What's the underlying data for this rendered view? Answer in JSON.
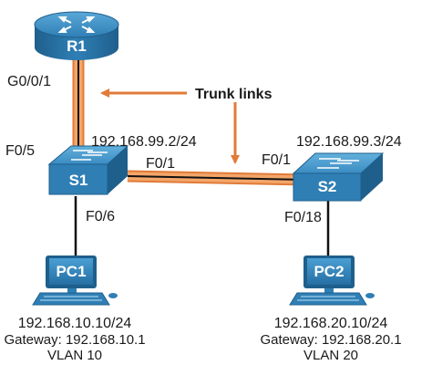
{
  "diagram": {
    "annotation": "Trunk links",
    "colors": {
      "trunk": "#f4a66a",
      "trunk_edge": "#e07b39",
      "cable": "#111111",
      "device_blue": "#2f7fb5",
      "arrow": "#e07b39"
    },
    "devices": {
      "router": {
        "name": "R1",
        "icon": "router-icon"
      },
      "switch1": {
        "name": "S1",
        "icon": "switch-icon"
      },
      "switch2": {
        "name": "S2",
        "icon": "switch-icon"
      },
      "pc1": {
        "name": "PC1",
        "icon": "pc-icon",
        "ip": "192.168.10.10/24",
        "gateway": "Gateway: 192.168.10.1",
        "vlan": "VLAN 10"
      },
      "pc2": {
        "name": "PC2",
        "icon": "pc-icon",
        "ip": "192.168.20.10/24",
        "gateway": "Gateway: 192.168.20.1",
        "vlan": "VLAN 20"
      }
    },
    "interfaces": {
      "r1_g0": "G0/0/1",
      "s1_f05": "F0/5",
      "s1_f01": "F0/1",
      "s1_f06": "F0/6",
      "s2_f01": "F0/1",
      "s2_f018": "F0/18"
    },
    "addresses": {
      "s1": "192.168.99.2/24",
      "s2": "192.168.99.3/24"
    }
  }
}
